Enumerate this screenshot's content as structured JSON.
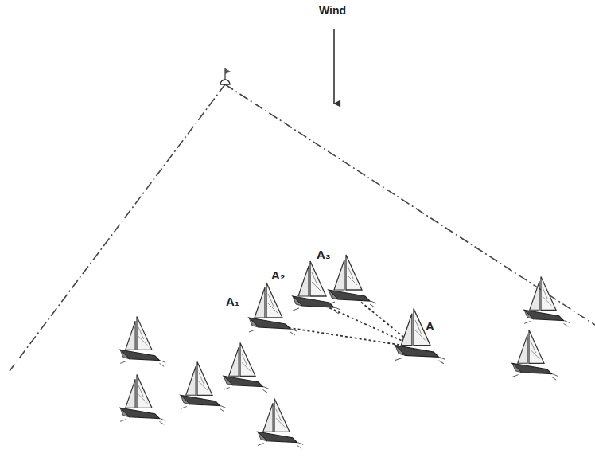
{
  "diagram": {
    "labels": [
      "Wind",
      "A₃",
      "A₂",
      "A₁",
      "A"
    ]
  }
}
